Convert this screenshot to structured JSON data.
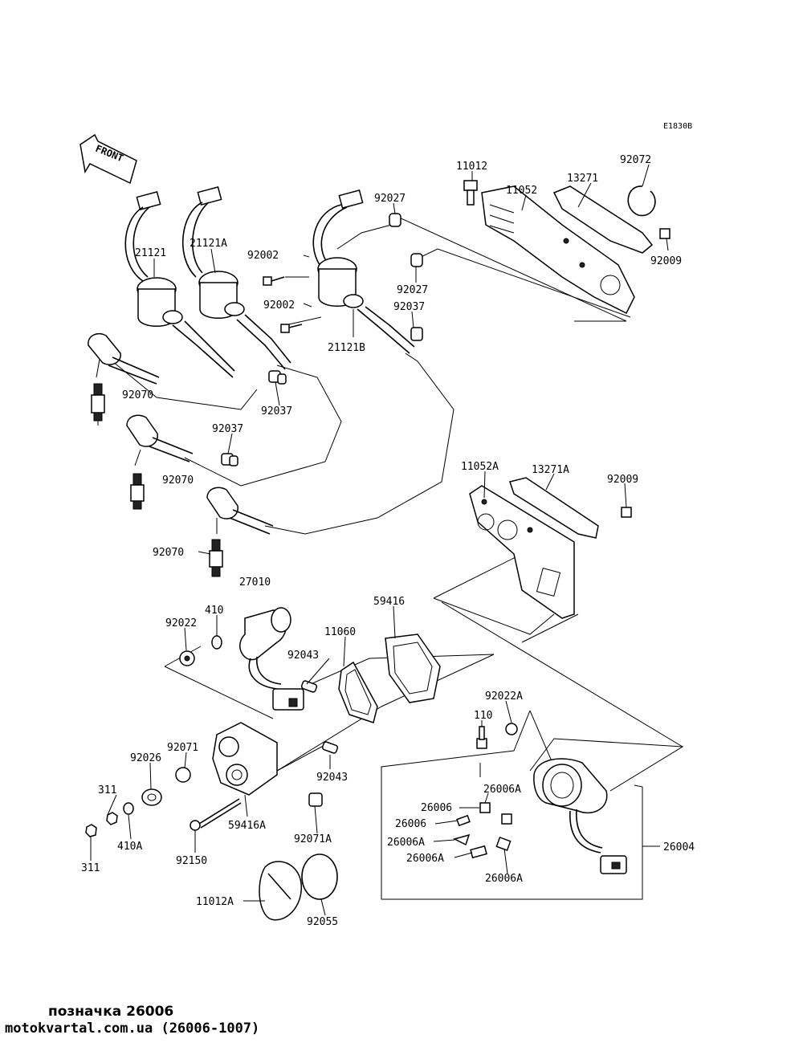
{
  "diagram_code": "E1830B",
  "front_label": "FRONT",
  "labels": [
    {
      "id": "p11012",
      "text": "11012"
    },
    {
      "id": "p11052",
      "text": "11052"
    },
    {
      "id": "p13271",
      "text": "13271"
    },
    {
      "id": "p92072",
      "text": "92072"
    },
    {
      "id": "p92009a",
      "text": "92009"
    },
    {
      "id": "p92027a",
      "text": "92027"
    },
    {
      "id": "p92027b",
      "text": "92027"
    },
    {
      "id": "p21121",
      "text": "21121"
    },
    {
      "id": "p21121A",
      "text": "21121A"
    },
    {
      "id": "p92002a",
      "text": "92002"
    },
    {
      "id": "p92002b",
      "text": "92002"
    },
    {
      "id": "p92037a",
      "text": "92037"
    },
    {
      "id": "p21121B",
      "text": "21121B"
    },
    {
      "id": "p92070a",
      "text": "92070"
    },
    {
      "id": "p92037b",
      "text": "92037"
    },
    {
      "id": "p92037c",
      "text": "92037"
    },
    {
      "id": "p92070b",
      "text": "92070"
    },
    {
      "id": "p11052A",
      "text": "11052A"
    },
    {
      "id": "p13271A",
      "text": "13271A"
    },
    {
      "id": "p92009b",
      "text": "92009"
    },
    {
      "id": "p92070c",
      "text": "92070"
    },
    {
      "id": "p27010",
      "text": "27010"
    },
    {
      "id": "p410",
      "text": "410"
    },
    {
      "id": "p92022",
      "text": "92022"
    },
    {
      "id": "p59416",
      "text": "59416"
    },
    {
      "id": "p11060",
      "text": "11060"
    },
    {
      "id": "p92043a",
      "text": "92043"
    },
    {
      "id": "p92022A",
      "text": "92022A"
    },
    {
      "id": "p110",
      "text": "110"
    },
    {
      "id": "p92071",
      "text": "92071"
    },
    {
      "id": "p92026",
      "text": "92026"
    },
    {
      "id": "p311a",
      "text": "311"
    },
    {
      "id": "p92043b",
      "text": "92043"
    },
    {
      "id": "p26006A1",
      "text": "26006A"
    },
    {
      "id": "p26006a",
      "text": "26006"
    },
    {
      "id": "p26006b",
      "text": "26006"
    },
    {
      "id": "p26006A2",
      "text": "26006A"
    },
    {
      "id": "p26006A3",
      "text": "26006A"
    },
    {
      "id": "p26006A4",
      "text": "26006A"
    },
    {
      "id": "p26004",
      "text": "26004"
    },
    {
      "id": "p59416A",
      "text": "59416A"
    },
    {
      "id": "p92071A",
      "text": "92071A"
    },
    {
      "id": "p410A",
      "text": "410A"
    },
    {
      "id": "p92150",
      "text": "92150"
    },
    {
      "id": "p311b",
      "text": "311"
    },
    {
      "id": "p11012A",
      "text": "11012A"
    },
    {
      "id": "p92055",
      "text": "92055"
    }
  ],
  "caption": {
    "line1": "позначка 26006",
    "line2": "motokvartal.com.ua (26006-1007)"
  }
}
